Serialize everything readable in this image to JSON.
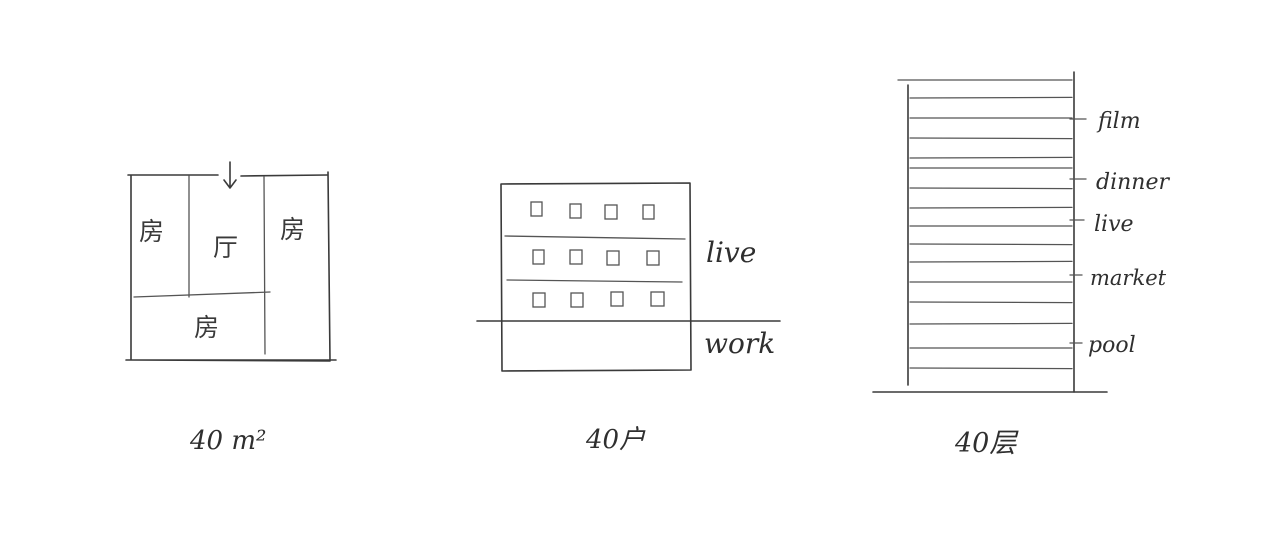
{
  "sketch_1": {
    "rooms": [
      "房",
      "厅",
      "房",
      "房"
    ],
    "caption": "40 m²"
  },
  "sketch_2": {
    "labels": [
      "live",
      "work"
    ],
    "caption": "40户"
  },
  "sketch_3": {
    "labels": [
      "film",
      "dinner",
      "live",
      "market",
      "pool"
    ],
    "caption": "40层"
  }
}
